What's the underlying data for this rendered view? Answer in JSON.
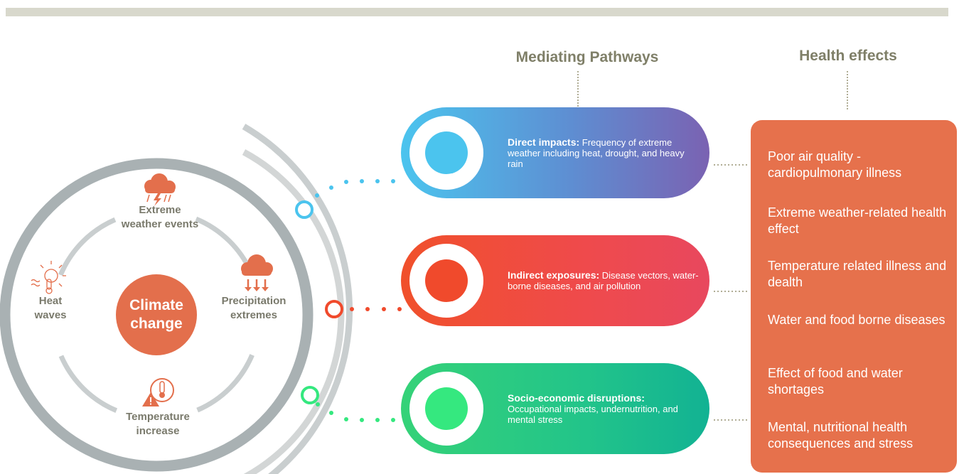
{
  "headers": {
    "mediating": "Mediating Pathways",
    "effects": "Health effects"
  },
  "center": {
    "line1": "Climate",
    "line2": "change"
  },
  "drivers": {
    "extreme": {
      "line1": "Extreme",
      "line2": "weather events",
      "icon": "storm-cloud-icon"
    },
    "heat": {
      "line1": "Heat",
      "line2": "waves",
      "icon": "sun-thermometer-icon"
    },
    "precip": {
      "line1": "Precipitation",
      "line2": "extremes",
      "icon": "rain-cloud-icon"
    },
    "temp": {
      "line1": "Temperature",
      "line2": "increase",
      "icon": "warning-thermometer-icon"
    }
  },
  "pathways": [
    {
      "title": "Direct impacts:",
      "text": "Frequency of extreme weather including heat, drought, and heavy rain",
      "color": "#4bc4ee"
    },
    {
      "title": "Indirect exposures:",
      "text": "Disease vectors, water-borne diseases, and air pollution",
      "color": "#f04a2c"
    },
    {
      "title": "Socio-economic disruptions:",
      "text": "Occupational impacts, undernutrition, and mental stress",
      "color": "#35e87f"
    }
  ],
  "effects": [
    "Poor air quality - cardiopulmonary illness",
    "Extreme weather-related health effect",
    "Temperature related illness and dealth",
    "Water and food borne diseases",
    "Effect of food and water shortages",
    "Mental, nutritional health consequences and stress"
  ],
  "colors": {
    "orange": "#e36f4c",
    "ring_gray": "#a9b1b3",
    "header": "#7f7f68"
  }
}
